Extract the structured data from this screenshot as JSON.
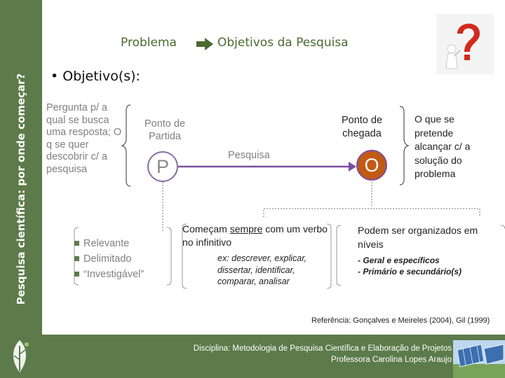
{
  "sidebar": {
    "title": "Pesquisa científica: por onde começar?"
  },
  "header": {
    "left": "Problema",
    "right": "Objetivos da Pesquisa"
  },
  "section": {
    "title": "Objetivo(s):"
  },
  "pergunta": {
    "text": "Pergunta p/ a qual se busca uma resposta; O q se quer descobrir c/ a pesquisa"
  },
  "diagram": {
    "start_label": "Ponto de Partida",
    "start_letter": "P",
    "middle_label": "Pesquisa",
    "end_label": "Ponto de chegada",
    "end_letter": "O",
    "end_description": "O que se pretende alcançar c/ a solução do problema"
  },
  "criteria": [
    "Relevante",
    "Delimitado",
    "“Investigável”"
  ],
  "verbos": {
    "pre": "Começam ",
    "emph": "sempre",
    "post": " com um verbo no infinitivo",
    "example": [
      "ex: descrever, explicar,",
      "dissertar, identificar,",
      "comparar, analisar"
    ]
  },
  "organizacao": {
    "main": "Podem ser organizados em níveis",
    "items": [
      "- Geral e específicos",
      "- Primário e secundário(s)"
    ]
  },
  "reference": "Referência: Gonçalves e Meireles (2004), Gil (1999)",
  "footer": {
    "line1": "Disciplina: Metodologia de Pesquisa Científica e Elaboração de Projetos",
    "line2": "Professora Carolina Lopes Araujo"
  },
  "colors": {
    "green": "#5d7a4a",
    "purple": "#7a4fa0",
    "orange": "#c05a14",
    "red": "#d42a1e"
  }
}
